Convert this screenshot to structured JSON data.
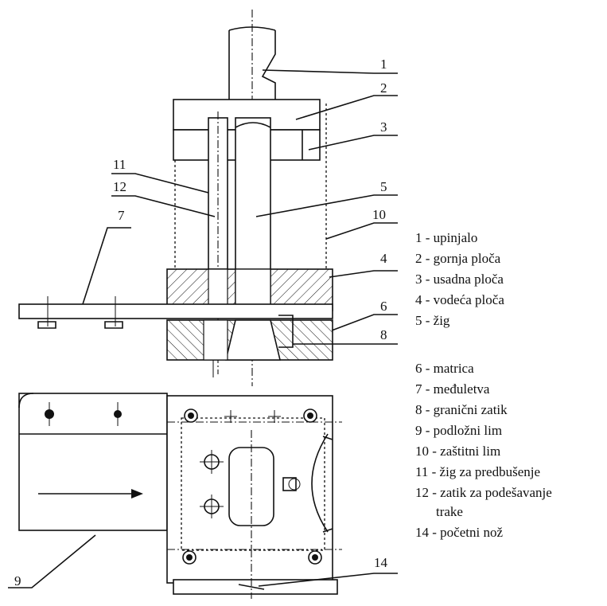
{
  "callouts": [
    "1",
    "2",
    "3",
    "4",
    "5",
    "6",
    "7",
    "8",
    "9",
    "10",
    "11",
    "12",
    "14"
  ],
  "legend": {
    "items": [
      "1 - upinjalo",
      "2 - gornja ploča",
      "3 - usadna ploča",
      "4 - vodeća ploča",
      "5 - žig",
      "6 - matrica",
      "7 - međuletva",
      "8 - granični zatik",
      "9 - podložni lim",
      "10 - zaštitni lim",
      "11 - žig za predbušenje",
      "12 - zatik za podešavanje",
      "trake",
      "14 - početni nož"
    ]
  },
  "colors": {
    "ink": "#111111",
    "paper": "#ffffff"
  }
}
